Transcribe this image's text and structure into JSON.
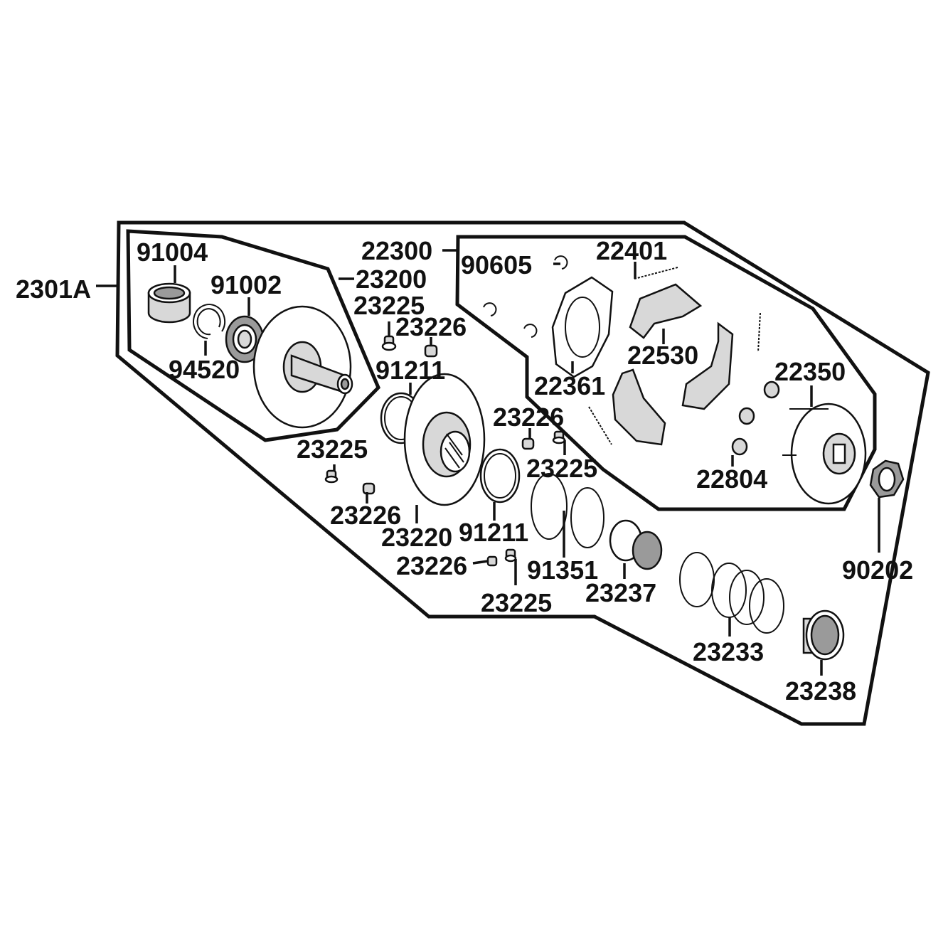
{
  "labels": {
    "l2301A": "2301A",
    "l91004": "91004",
    "l91002": "91002",
    "l23200": "23200",
    "l23225a": "23225",
    "l23226a": "23226",
    "l94520": "94520",
    "l91211a": "91211",
    "l22300": "22300",
    "l90605": "90605",
    "l22401": "22401",
    "l22530": "22530",
    "l22361": "22361",
    "l22350": "22350",
    "l23226b": "23226",
    "l23225b": "23225",
    "l23225c": "23225",
    "l23226c": "23226",
    "l23220": "23220",
    "l91211b": "91211",
    "l22804": "22804",
    "l23226d": "23226",
    "l91351": "91351",
    "l23237": "23237",
    "l23225d": "23225",
    "l90202": "90202",
    "l23233": "23233",
    "l23238": "23238"
  }
}
